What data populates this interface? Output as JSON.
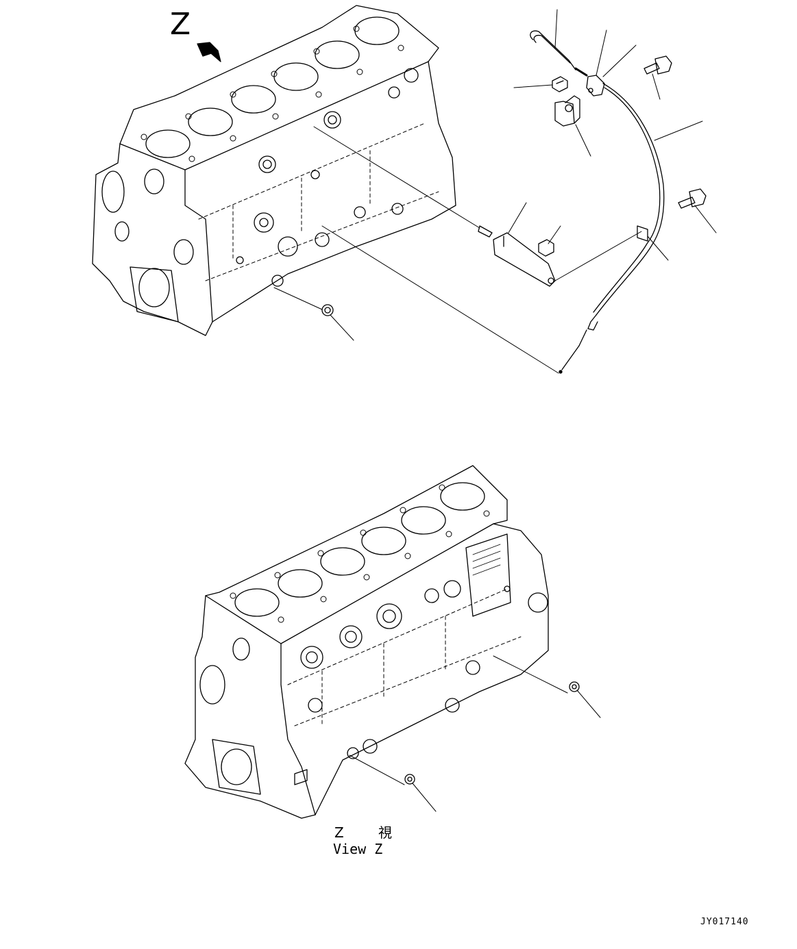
{
  "labels": {
    "view_letter": "Z",
    "view_caption_jp": "Z 視",
    "view_caption_en": "View Z",
    "drawing_code": "JY017140"
  },
  "icons": {
    "view_arrow": "view-direction-arrow-icon"
  },
  "colors": {
    "line": "#000000",
    "background": "#ffffff"
  }
}
